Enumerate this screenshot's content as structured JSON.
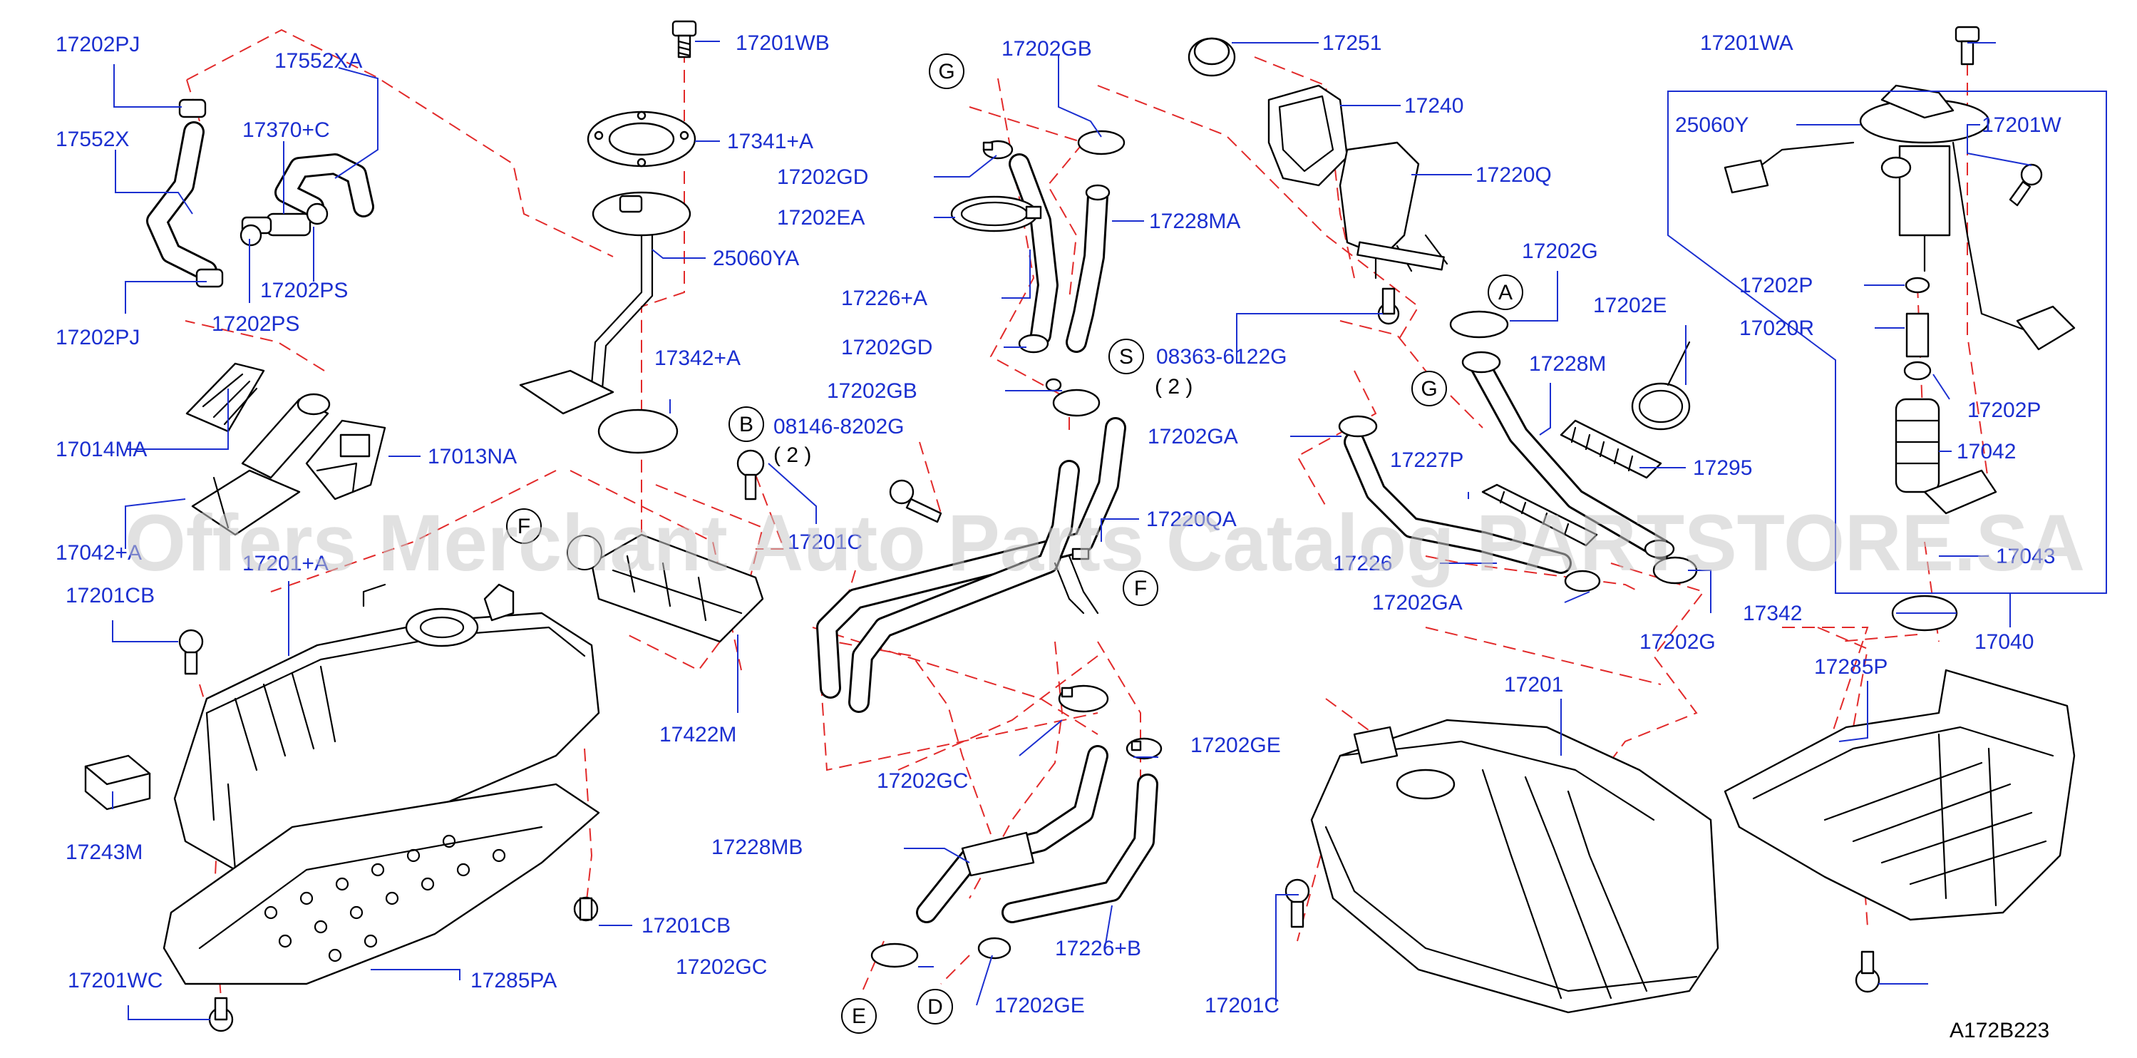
{
  "watermark": "Offers Merchant Auto Parts Catalog PARTSTORE.SA",
  "diagram_code": "A172B223",
  "parts": [
    "17202PJ",
    "17552XA",
    "17552X",
    "17370+C",
    "17202PS",
    "17202PJ",
    "17202PS",
    "17201WB",
    "17341+A",
    "25060YA",
    "17342+A",
    "17202GB",
    "17202GD",
    "17202EA",
    "17228MA",
    "17226+A",
    "17202GD",
    "17202GB",
    "17251",
    "17240",
    "17220Q",
    "17202G",
    "08363-6122G",
    "17202E",
    "17228M",
    "17202GA",
    "17227P",
    "17295",
    "17201WA",
    "25060Y",
    "17201W",
    "17202P",
    "17020R",
    "17202P",
    "17042",
    "17043",
    "17342",
    "17040",
    "17014MA",
    "17013NA",
    "08146-8202G",
    "17042+A",
    "17201CB",
    "17201+A",
    "17201C",
    "17220QA",
    "17226",
    "17202GA",
    "17202G",
    "17422M",
    "17243M",
    "17201CB",
    "17201WC",
    "17285PA",
    "17202GC",
    "17202GE",
    "17228MB",
    "17202GC",
    "17226+B",
    "17202GE",
    "17201",
    "17285P",
    "17201C"
  ],
  "quantities": [
    "( 2 )",
    "( 2 )"
  ],
  "callouts": [
    "G",
    "A",
    "S",
    "G",
    "B",
    "F",
    "F",
    "E",
    "D"
  ]
}
